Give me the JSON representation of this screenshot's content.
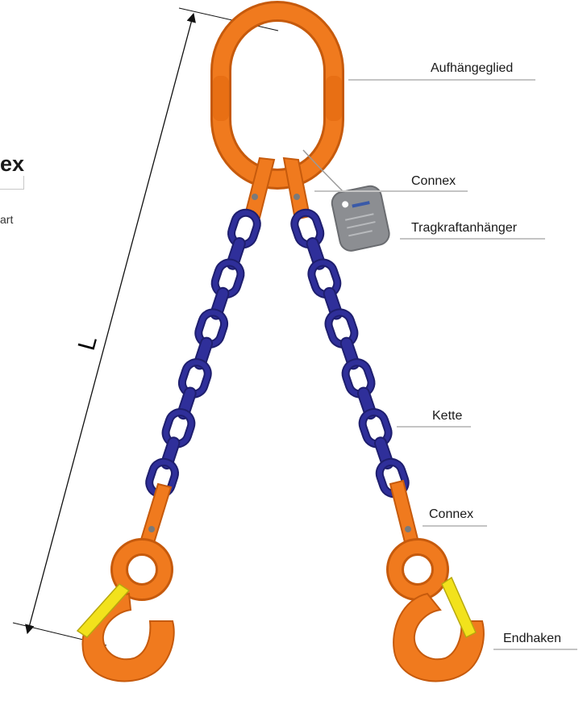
{
  "fragment": {
    "title_tail": "ex",
    "subtitle_tail": "art"
  },
  "dimension": {
    "label": "L"
  },
  "callouts": [
    {
      "id": "master-link",
      "label": "Aufhängeglied"
    },
    {
      "id": "connex-top",
      "label": "Connex"
    },
    {
      "id": "load-tag",
      "label": "Tragkraftanhänger"
    },
    {
      "id": "chain",
      "label": "Kette"
    },
    {
      "id": "connex-bottom",
      "label": "Connex"
    },
    {
      "id": "end-hook",
      "label": "Endhaken"
    }
  ],
  "colors": {
    "hardware": "#f07a1e",
    "hardware_dark": "#c65a0c",
    "chain": "#2f2f9a",
    "chain_dark": "#1e1e6e",
    "latch": "#f2e21c",
    "tag": "#8c8e92",
    "leader": "#c4c4c4"
  }
}
